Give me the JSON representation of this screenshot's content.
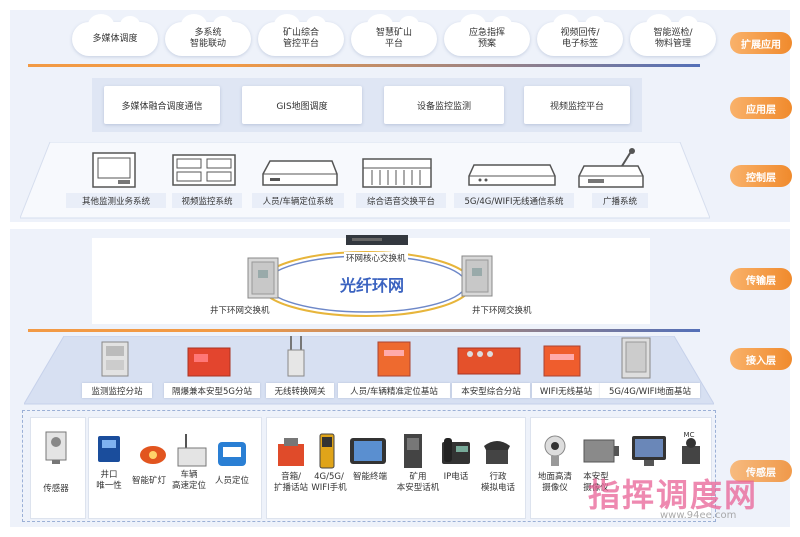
{
  "layers": {
    "extension": "扩展应用",
    "application": "应用层",
    "control": "控制层",
    "transmission": "传输层",
    "access": "接入层",
    "sensing": "传感层"
  },
  "extension_items": [
    "多媒体调度",
    "多系统\n智能联动",
    "矿山综合\n管控平台",
    "智慧矿山\n平台",
    "应急指挥\n预案",
    "视频回传/\n电子标签",
    "智能巡检/\n物料管理"
  ],
  "application_items": [
    "多媒体融合调度通信",
    "GIS地图调度",
    "设备监控监测",
    "视频监控平台"
  ],
  "control_items": [
    "其他监测业务系统",
    "视频监控系统",
    "人员/车辆定位系统",
    "综合语音交换平台",
    "5G/4G/WIFI无线通信系统",
    "广播系统"
  ],
  "transmission": {
    "ring_title": "光纤环网",
    "core_switch": "环网核心交换机",
    "left_switch": "井下环网交换机",
    "right_switch": "井下环网交换机"
  },
  "access_items": [
    "监测监控分站",
    "隔爆兼本安型5G分站",
    "无线转换网关",
    "人员/车辆精准定位基站",
    "本安型综合分站",
    "WIFI无线基站",
    "5G/4G/WIFI地面基站"
  ],
  "sensing": {
    "sensor": "传感器",
    "group1": [
      "井口\n唯一性",
      "智能矿灯",
      "车辆\n高速定位",
      "人员定位"
    ],
    "group2": [
      "音箱/\n扩播话站",
      "4G/5G/\nWIFI手机",
      "智能终端",
      "矿用\n本安型话机",
      "IP电话",
      "行政\n模拟电话"
    ],
    "group3": [
      "地面高清\n摄像仪",
      "本安型\n摄像仪",
      "",
      "MC"
    ]
  },
  "watermark": {
    "main": "指挥调度网",
    "url": "www.94ee.com"
  }
}
